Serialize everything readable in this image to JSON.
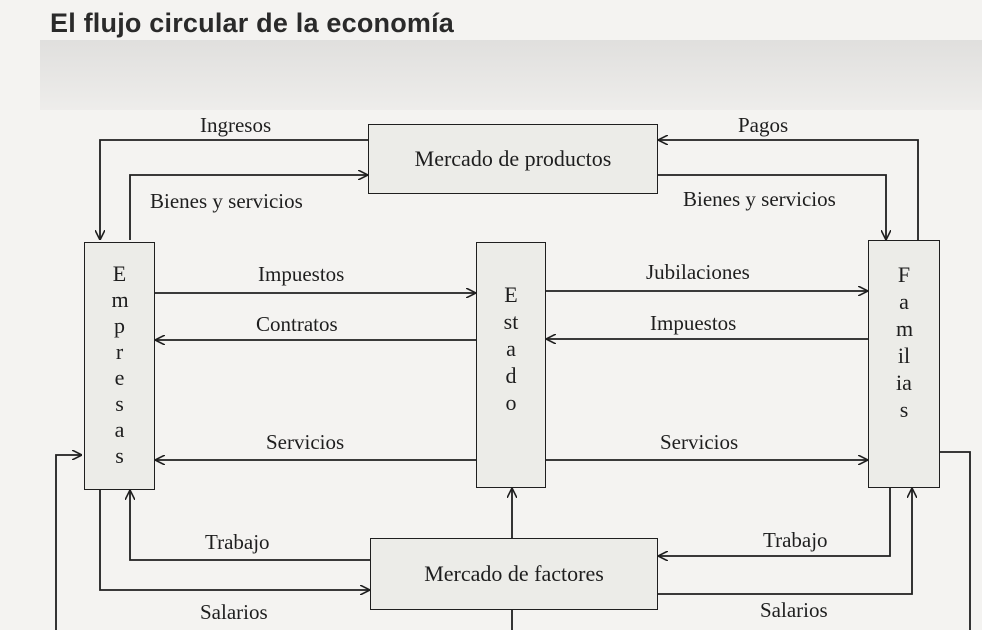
{
  "title": "El flujo circular de la economía",
  "nodes": {
    "mercado_productos": "Mercado de productos",
    "mercado_factores": "Mercado de factores",
    "empresas": "Empresas",
    "estado": "Estado",
    "familias": "Familias"
  },
  "flows": {
    "ingresos": "Ingresos",
    "pagos": "Pagos",
    "bienes_servicios_left": "Bienes y servicios",
    "bienes_servicios_right": "Bienes y servicios",
    "impuestos_left": "Impuestos",
    "contratos": "Contratos",
    "servicios_left": "Servicios",
    "jubilaciones": "Jubilaciones",
    "impuestos_right": "Impuestos",
    "servicios_right": "Servicios",
    "trabajo_left": "Trabajo",
    "trabajo_right": "Trabajo",
    "salarios_left": "Salarios",
    "salarios_right": "Salarios"
  }
}
